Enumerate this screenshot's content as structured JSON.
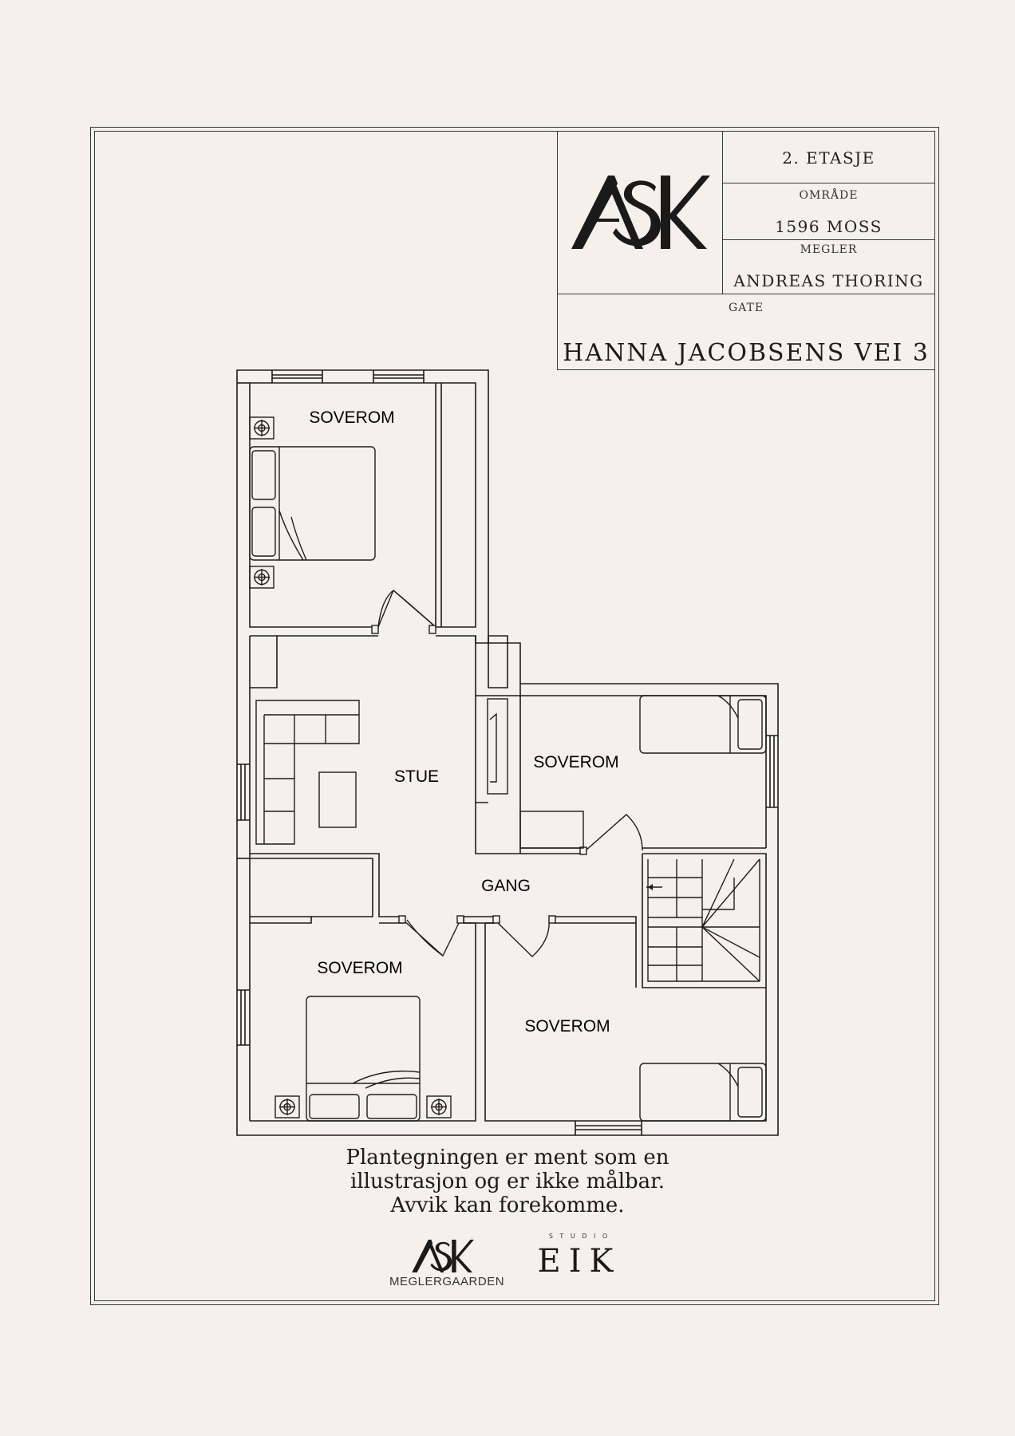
{
  "title_block": {
    "floor": "2. ETASJE",
    "area_label": "OMRÅDE",
    "area_value": "1596 MOSS",
    "broker_label": "MEGLER",
    "broker_value": "ANDREAS THORING",
    "street_label": "GATE",
    "street_value": "HANNA JACOBSENS VEI 3",
    "logo_text": "ASK"
  },
  "rooms": {
    "bedroom_top": "SOVEROM",
    "living": "STUE",
    "bedroom_right": "SOVEROM",
    "hall": "GANG",
    "bedroom_bottom_left": "SOVEROM",
    "bedroom_bottom_right": "SOVEROM"
  },
  "disclaimer": {
    "line1": "Plantegningen er ment som en",
    "line2": "illustrasjon og er ikke målbar.",
    "line3": "Avvik kan forekomme."
  },
  "footer": {
    "ask_logo_text": "ASK",
    "ask_subtitle": "MEGLERGAARDEN",
    "studio_label": "S T U D I O",
    "eik_logo_text": "EIK"
  },
  "colors": {
    "background": "#f6f0ed",
    "frame": "#2f3f2c",
    "ink": "#1c1c1c"
  }
}
